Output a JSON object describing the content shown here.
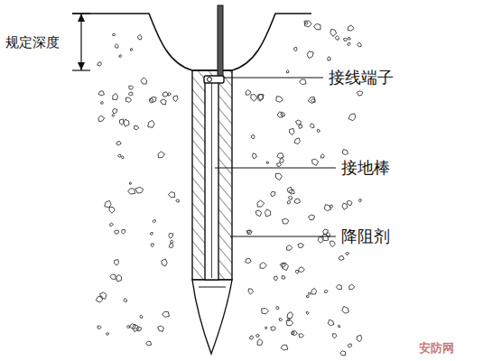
{
  "diagram": {
    "labels": [
      "规定深度",
      "接线端子",
      "接地棒",
      "降阻剂",
      "安防网"
    ]
  }
}
